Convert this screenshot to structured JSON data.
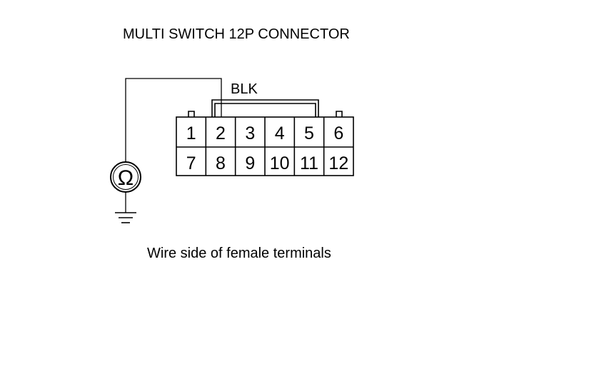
{
  "diagram": {
    "title": "MULTI SWITCH 12P CONNECTOR",
    "wire_color_label": "BLK",
    "caption": "Wire side of female terminals",
    "meter_symbol": "Ω",
    "connector": {
      "top_row": [
        "1",
        "2",
        "3",
        "4",
        "5",
        "6"
      ],
      "bottom_row": [
        "7",
        "8",
        "9",
        "10",
        "11",
        "12"
      ]
    },
    "icons": {
      "meter": "ohmmeter-icon",
      "ground": "ground-icon"
    }
  }
}
